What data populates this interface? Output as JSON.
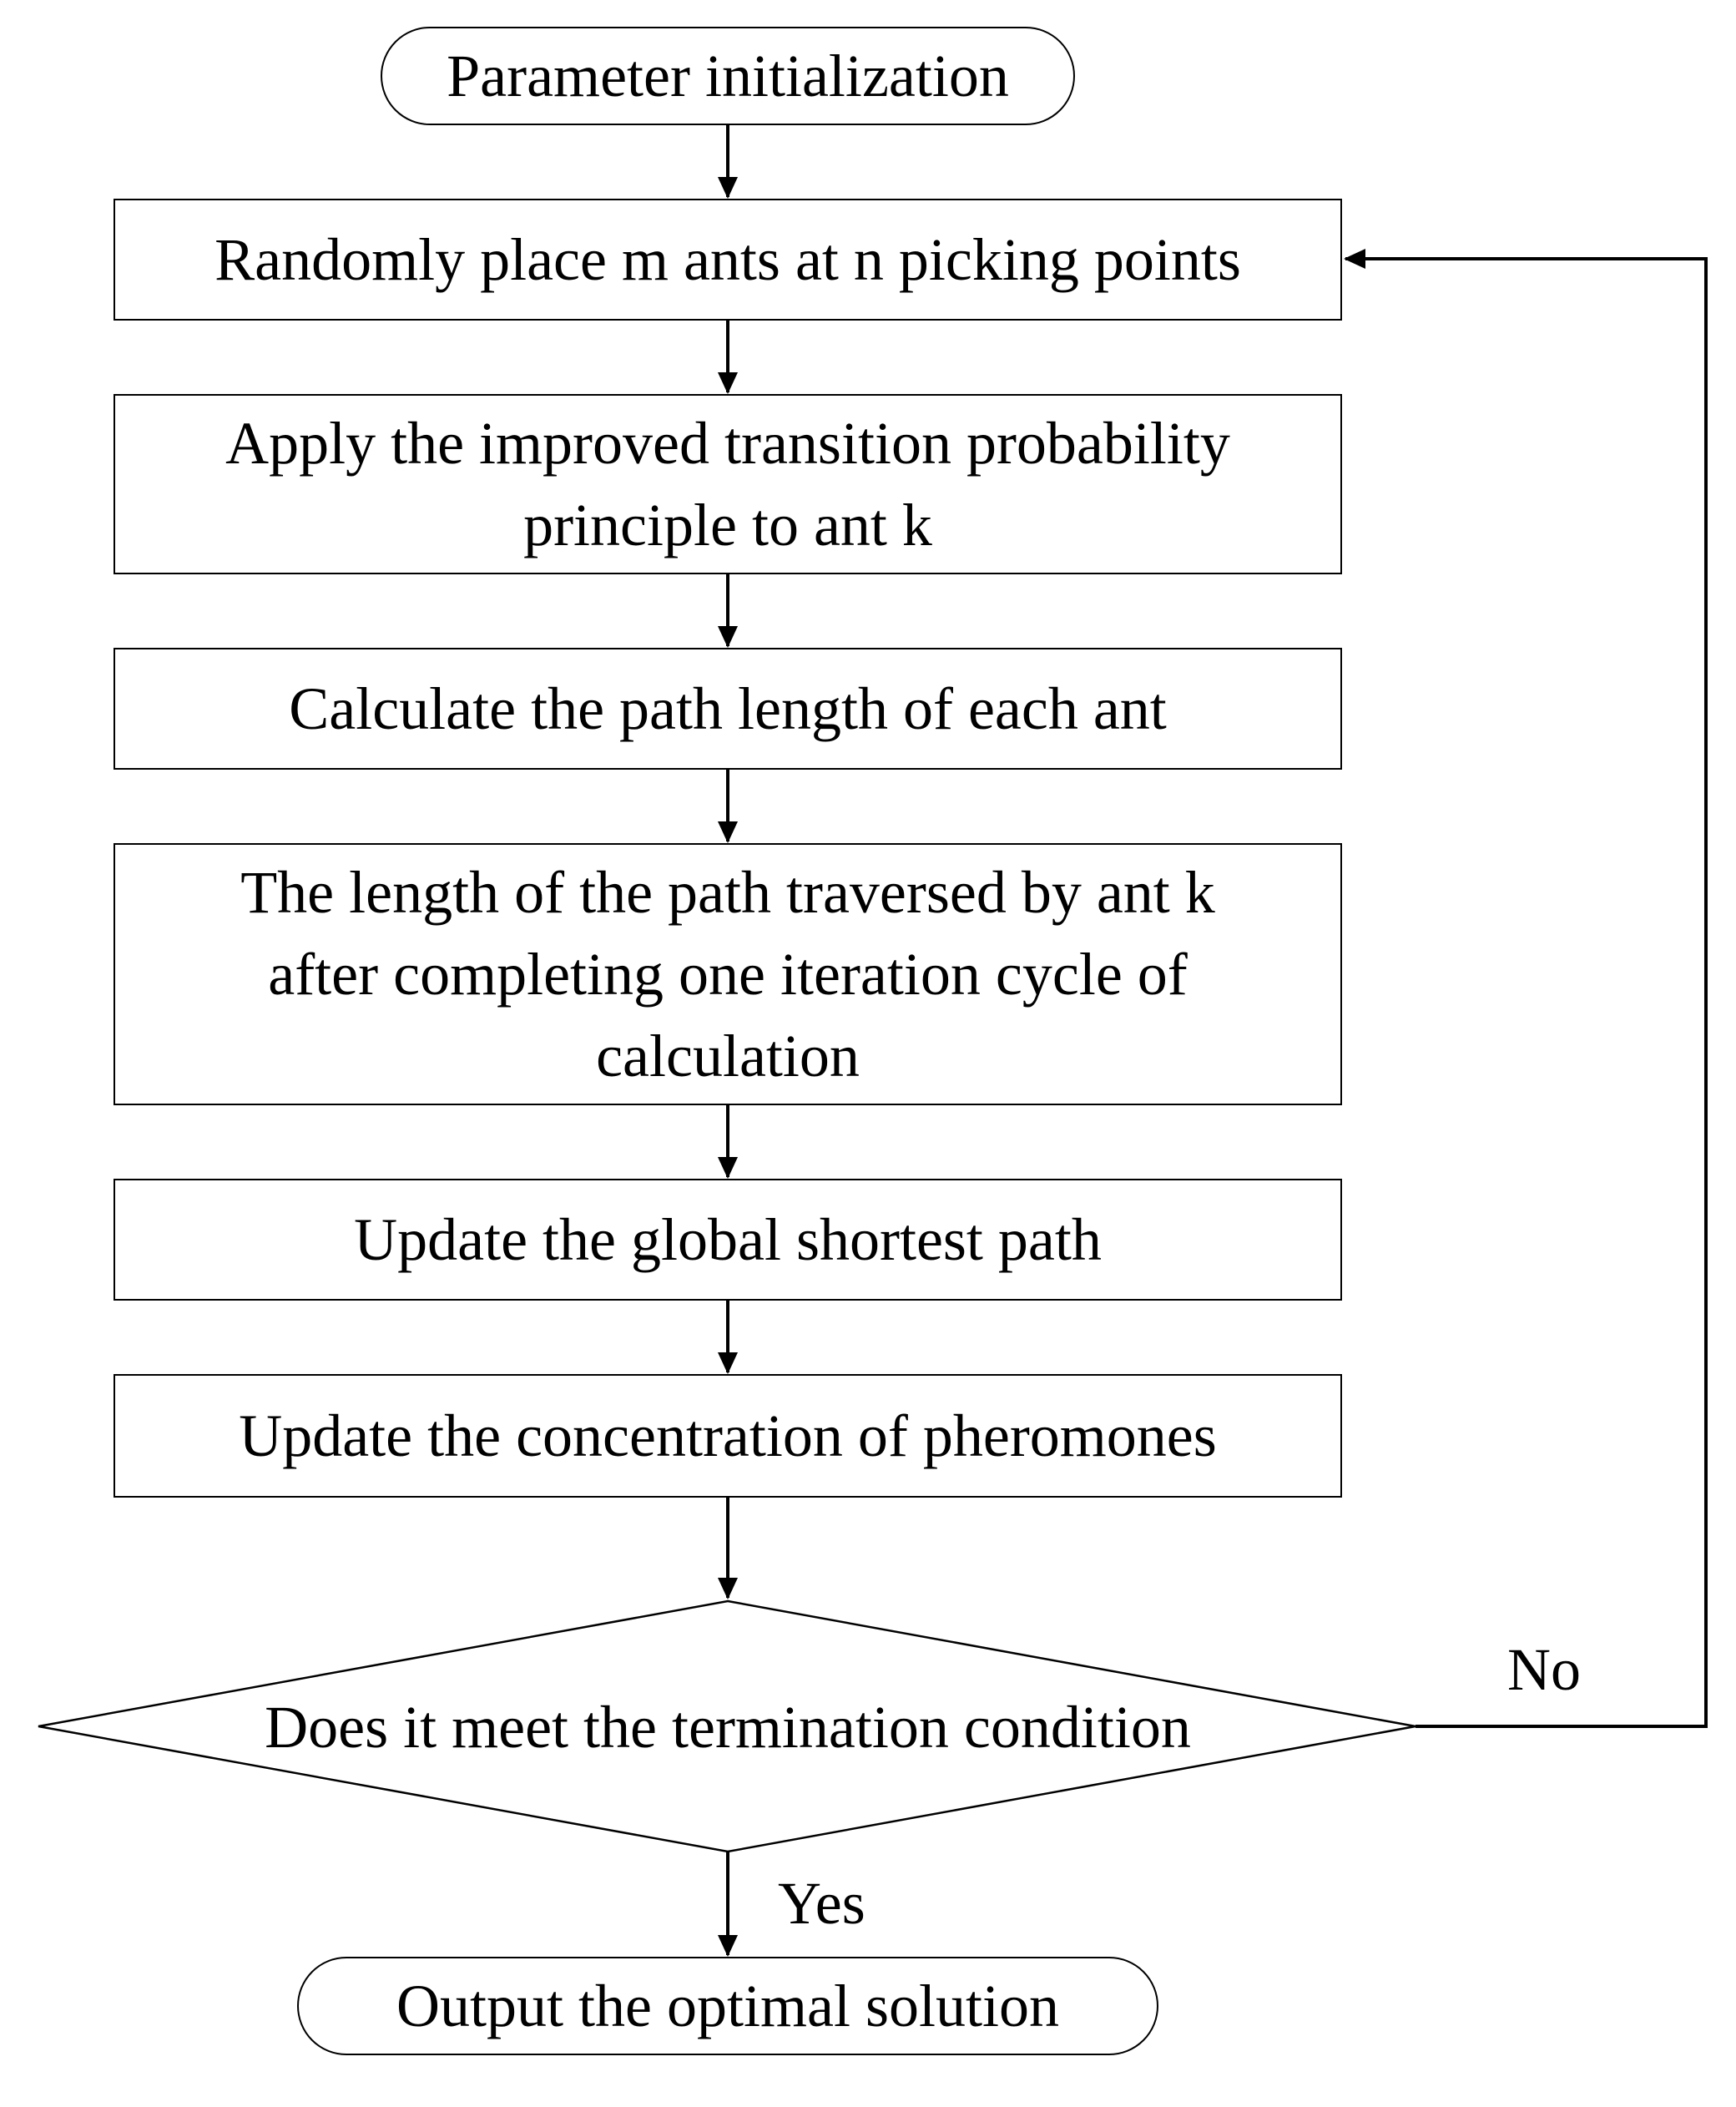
{
  "nodes": {
    "start": "Parameter initialization",
    "place_ants": "Randomly place m ants at n picking points",
    "transition": [
      "Apply the improved transition probability",
      "principle to ant k"
    ],
    "calc_length": "Calculate the path length of each ant",
    "iteration_length": [
      "The length of the path traversed by ant k",
      "after completing one iteration cycle of",
      "calculation"
    ],
    "update_global": "Update the global shortest path",
    "update_pheromone": "Update the concentration of pheromones",
    "decision": "Does it meet the termination condition",
    "end": "Output the optimal solution"
  },
  "edges": {
    "no_label": "No",
    "yes_label": "Yes"
  },
  "colors": {
    "line": "#000000",
    "fill": "#ffffff",
    "text": "#000000"
  }
}
